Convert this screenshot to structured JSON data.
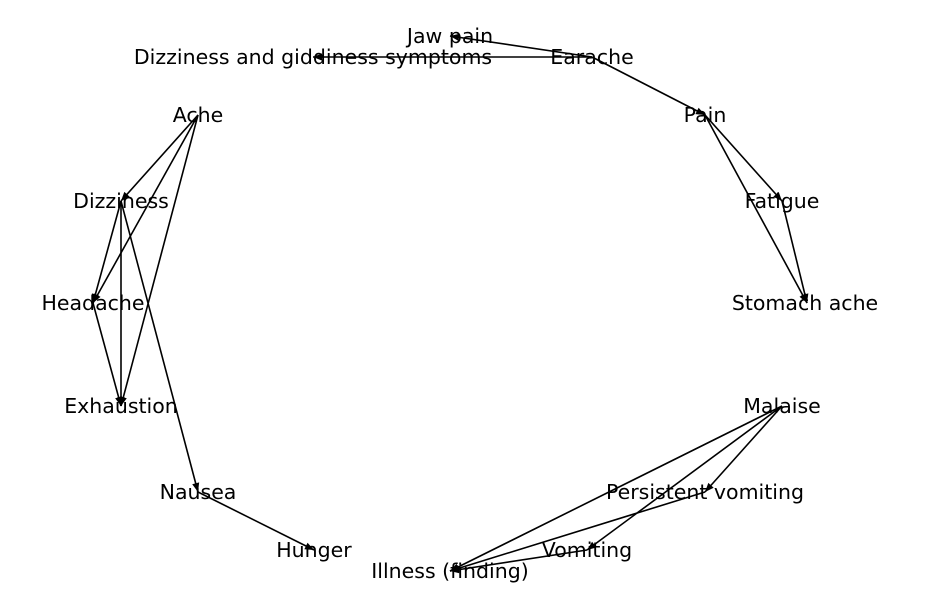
{
  "graph": {
    "type": "network",
    "nodes": [
      {
        "id": "jaw_pain",
        "label": "Jaw pain"
      },
      {
        "id": "dizziness_giddiness",
        "label": "Dizziness and giddiness symptoms"
      },
      {
        "id": "earache",
        "label": "Earache"
      },
      {
        "id": "ache",
        "label": "Ache"
      },
      {
        "id": "pain",
        "label": "Pain"
      },
      {
        "id": "dizziness",
        "label": "Dizziness"
      },
      {
        "id": "fatigue",
        "label": "Fatigue"
      },
      {
        "id": "headache",
        "label": "Headache"
      },
      {
        "id": "stomach_ache",
        "label": "Stomach ache"
      },
      {
        "id": "exhaustion",
        "label": "Exhaustion"
      },
      {
        "id": "malaise",
        "label": "Malaise"
      },
      {
        "id": "nausea",
        "label": "Nausea"
      },
      {
        "id": "persistent_vomiting",
        "label": "Persistent vomiting"
      },
      {
        "id": "hunger",
        "label": "Hunger"
      },
      {
        "id": "vomiting",
        "label": "Vomiting"
      },
      {
        "id": "illness_finding",
        "label": "Illness (finding)"
      }
    ],
    "edges": [
      {
        "source": "earache",
        "target": "jaw_pain"
      },
      {
        "source": "earache",
        "target": "dizziness_giddiness"
      },
      {
        "source": "earache",
        "target": "pain"
      },
      {
        "source": "pain",
        "target": "fatigue"
      },
      {
        "source": "pain",
        "target": "stomach_ache"
      },
      {
        "source": "fatigue",
        "target": "stomach_ache"
      },
      {
        "source": "ache",
        "target": "dizziness"
      },
      {
        "source": "ache",
        "target": "headache"
      },
      {
        "source": "ache",
        "target": "exhaustion"
      },
      {
        "source": "dizziness",
        "target": "headache"
      },
      {
        "source": "dizziness",
        "target": "exhaustion"
      },
      {
        "source": "dizziness",
        "target": "nausea"
      },
      {
        "source": "headache",
        "target": "exhaustion"
      },
      {
        "source": "nausea",
        "target": "hunger"
      },
      {
        "source": "malaise",
        "target": "persistent_vomiting"
      },
      {
        "source": "malaise",
        "target": "vomiting"
      },
      {
        "source": "malaise",
        "target": "illness_finding"
      },
      {
        "source": "persistent_vomiting",
        "target": "illness_finding"
      },
      {
        "source": "vomiting",
        "target": "illness_finding"
      }
    ]
  }
}
